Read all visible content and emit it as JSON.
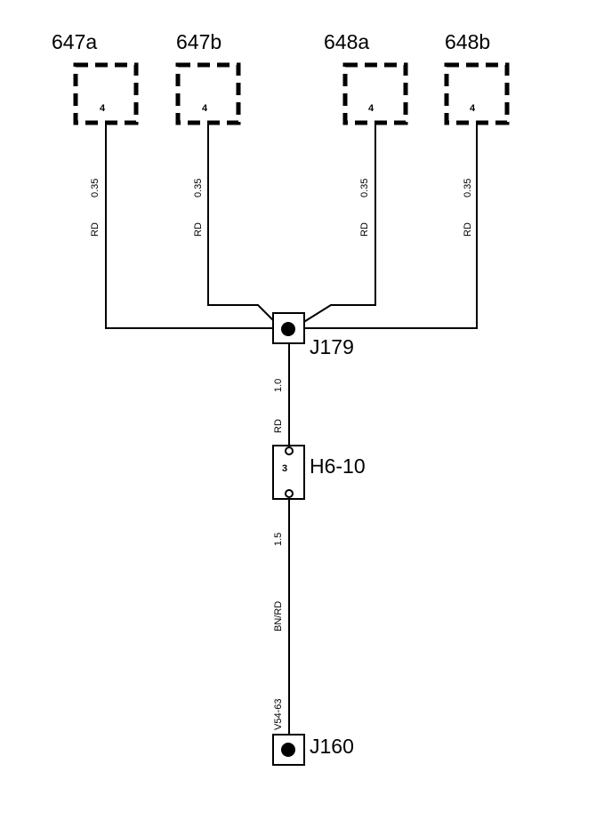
{
  "connectors_top": [
    {
      "id": "647a",
      "pin": "4",
      "wire_size": "0.35",
      "wire_color": "RD"
    },
    {
      "id": "647b",
      "pin": "4",
      "wire_size": "0.35",
      "wire_color": "RD"
    },
    {
      "id": "648a",
      "pin": "4",
      "wire_size": "0.35",
      "wire_color": "RD"
    },
    {
      "id": "648b",
      "pin": "4",
      "wire_size": "0.35",
      "wire_color": "RD"
    }
  ],
  "splice_j179": {
    "id": "J179"
  },
  "wire_j179_h6": {
    "size": "1.0",
    "color": "RD"
  },
  "connector_h6": {
    "id": "H6-10",
    "pin": "3"
  },
  "wire_h6_j160": {
    "size": "1.5",
    "color": "BN/RD",
    "ref": "V54-63"
  },
  "splice_j160": {
    "id": "J160"
  }
}
